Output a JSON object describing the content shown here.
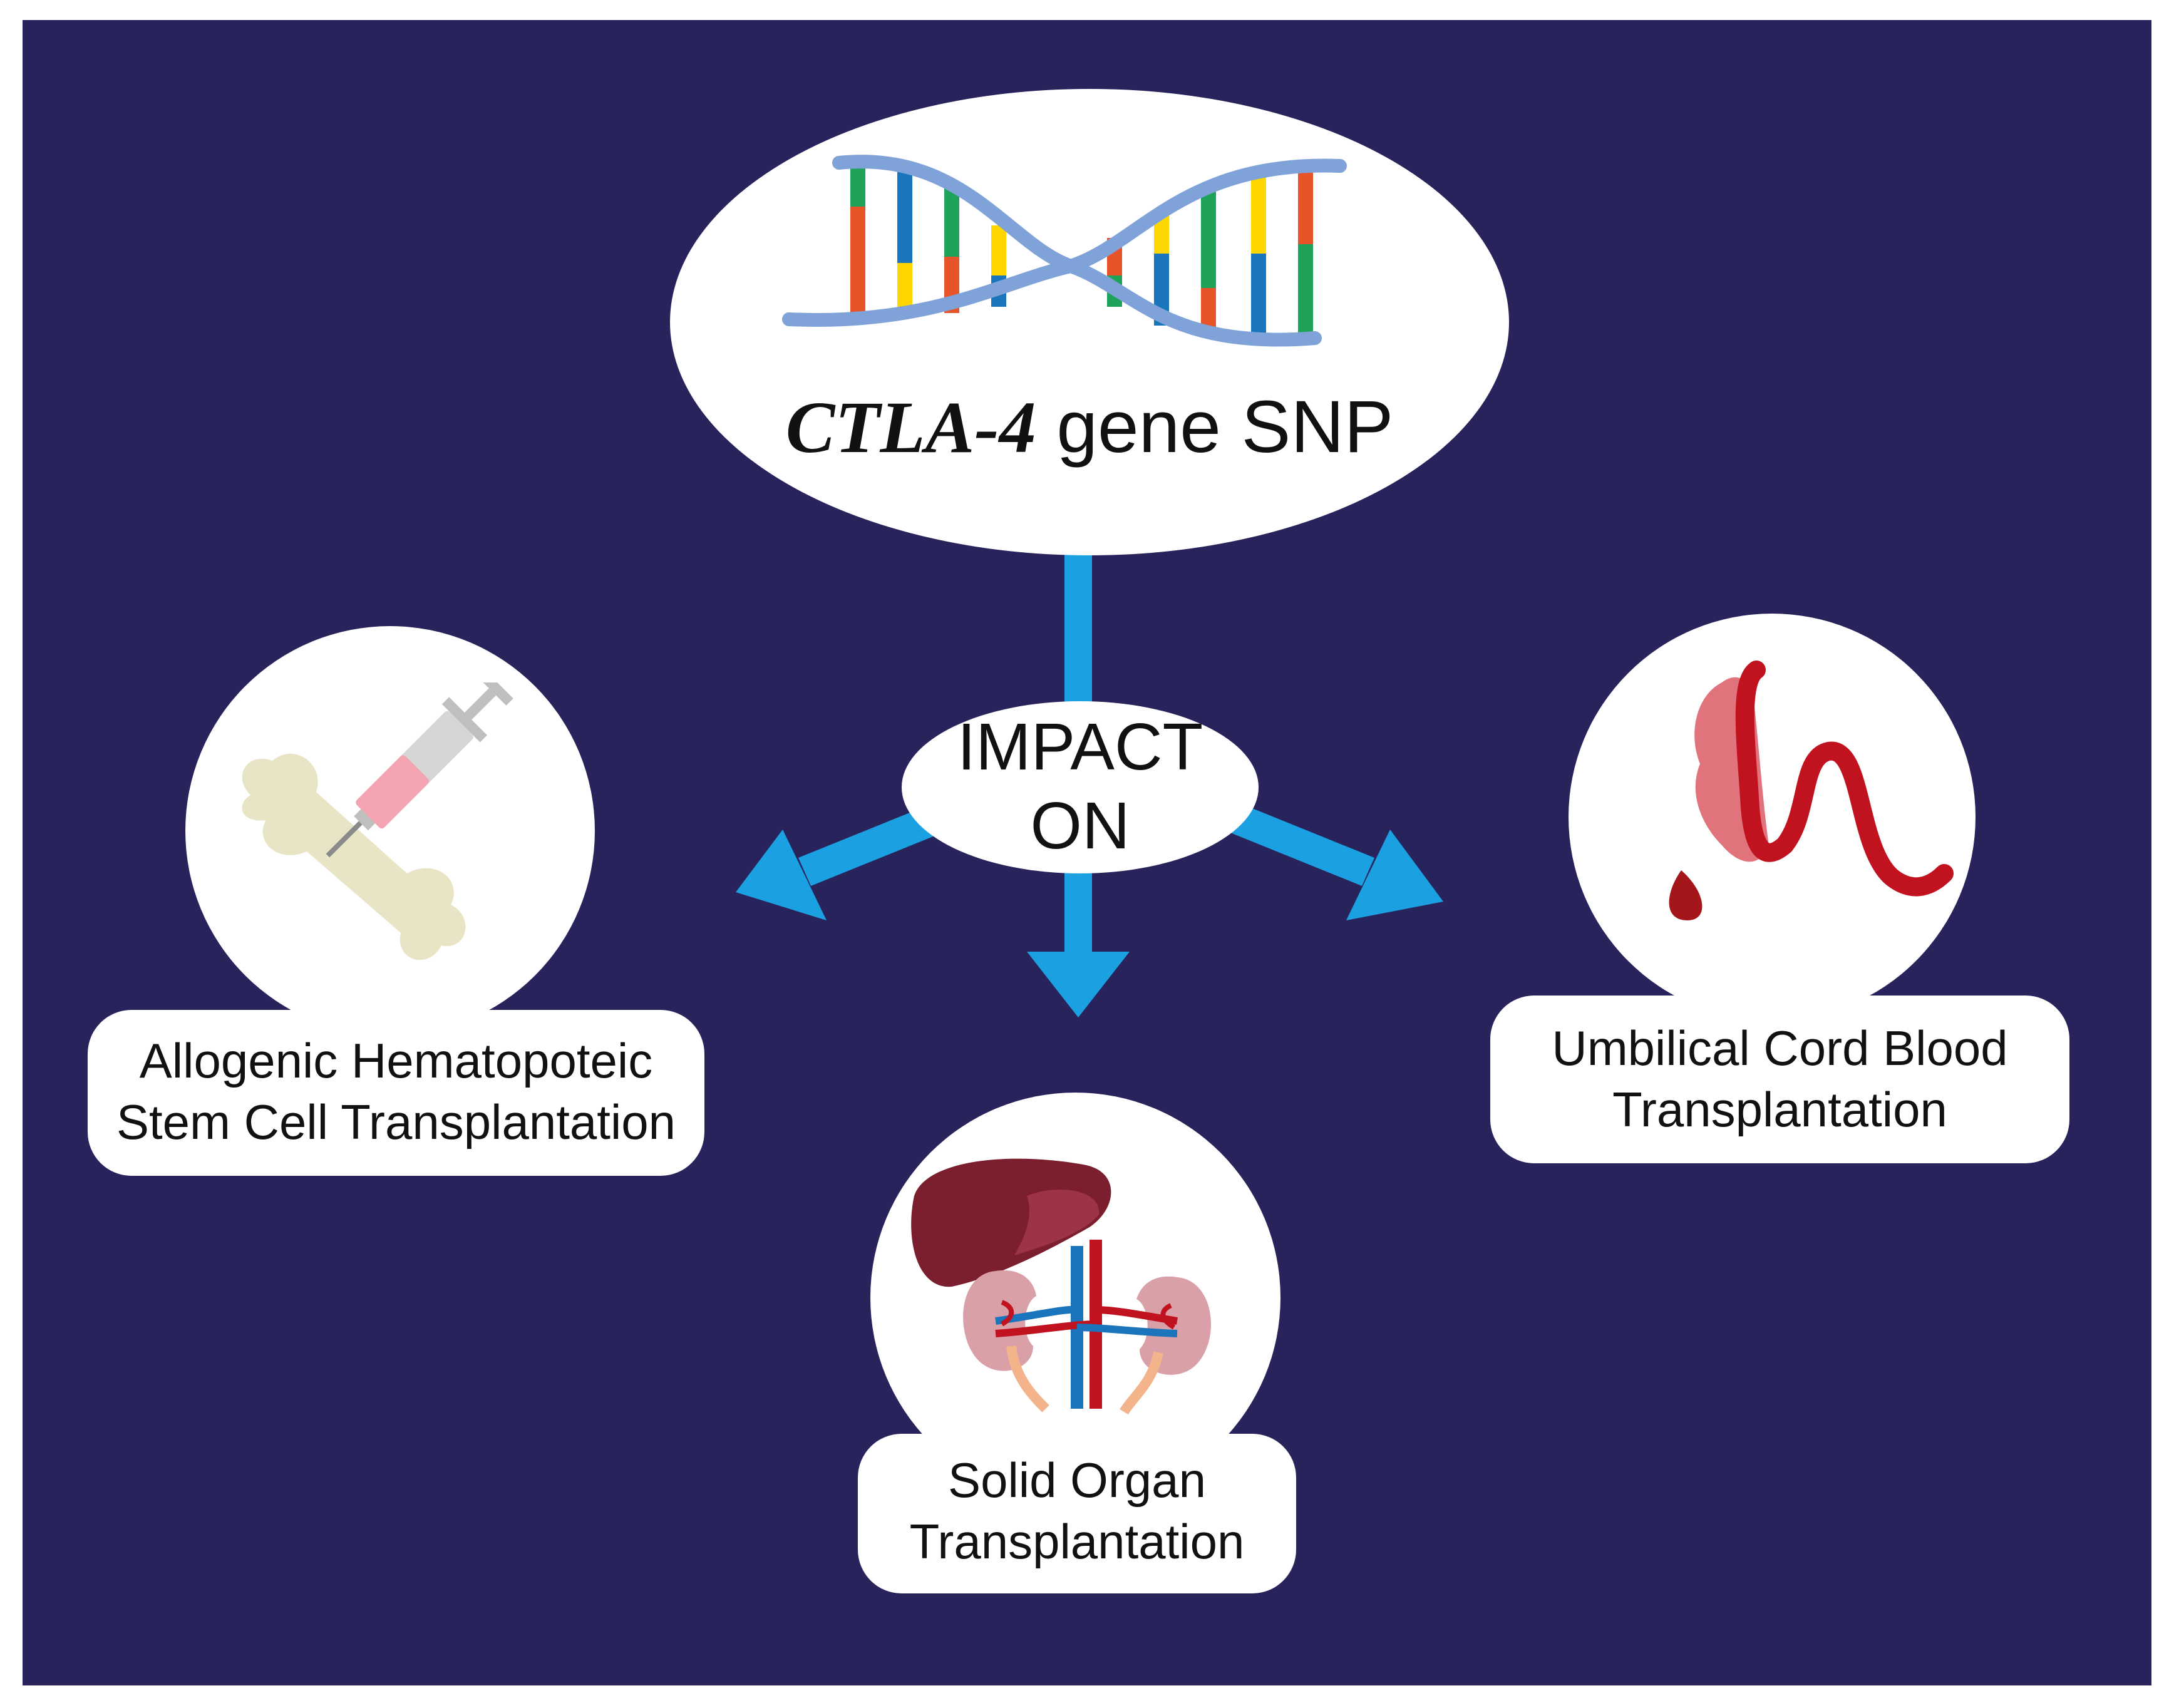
{
  "colors": {
    "background": "#29235c",
    "node_fill": "#ffffff",
    "arrow": "#1ba1e2",
    "text": "#111111"
  },
  "top_node": {
    "gene_italic": "CTLA-4",
    "label_rest": " gene SNP",
    "icon": "dna-double-helix-icon"
  },
  "center_node": {
    "line1": "IMPACT",
    "line2": "ON"
  },
  "left_node": {
    "line1": "Allogenic Hematopoteic",
    "line2": "Stem Cell Transplantation",
    "icon": "bone-and-syringe-icon"
  },
  "bottom_node": {
    "line1": "Solid Organ",
    "line2": "Transplantation",
    "icon": "liver-and-kidneys-icon"
  },
  "right_node": {
    "line1": "Umbilical Cord Blood",
    "line2": "Transplantation",
    "icon": "umbilical-cord-blood-icon"
  }
}
